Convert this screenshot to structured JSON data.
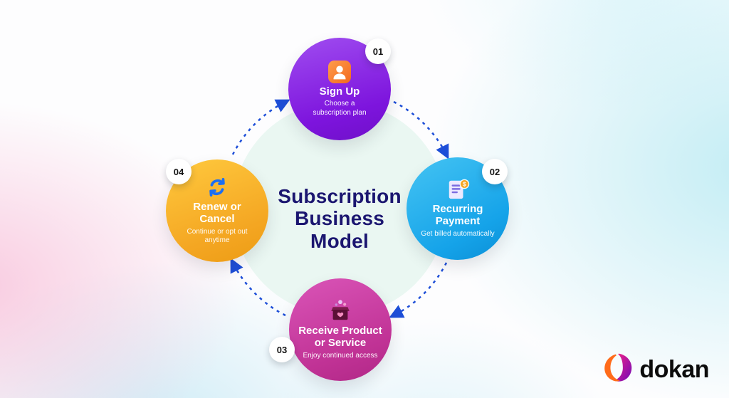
{
  "center": {
    "title_line1": "Subscription",
    "title_line2": "Business",
    "title_line3": "Model"
  },
  "steps": [
    {
      "number": "01",
      "title": "Sign Up",
      "subtitle": "Choose a subscription plan",
      "icon": "user-icon",
      "color_start": "#A04DF0",
      "color_end": "#7D14DD"
    },
    {
      "number": "02",
      "title": "Recurring Payment",
      "subtitle": "Get billed automatically",
      "icon": "invoice-coin-icon",
      "color_start": "#45C4F3",
      "color_end": "#15A3E9"
    },
    {
      "number": "03",
      "title": "Receive Product or Service",
      "subtitle": "Enjoy continued access",
      "icon": "package-heart-icon",
      "color_start": "#DA55B8",
      "color_end": "#C03295"
    },
    {
      "number": "04",
      "title": "Renew or Cancel",
      "subtitle": "Continue or opt out anytime",
      "icon": "refresh-icon",
      "color_start": "#FFC93E",
      "color_end": "#F4A622"
    }
  ],
  "arrows": {
    "style": "dashed",
    "direction": "clockwise",
    "color": "#1d4ed8"
  },
  "brand": {
    "name": "dokan"
  }
}
